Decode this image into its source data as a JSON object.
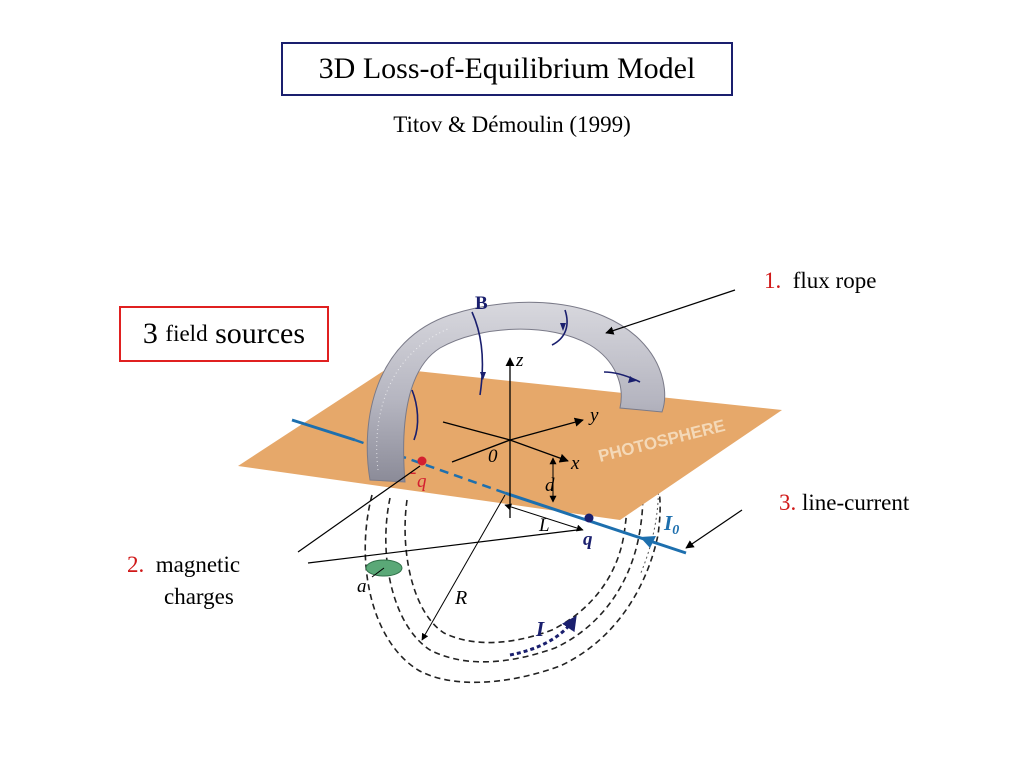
{
  "title": "3D Loss-of-Equilibrium Model",
  "subtitle": "Titov & Démoulin (1999)",
  "sources_box": {
    "number": "3",
    "word_small": "field",
    "word": "sources"
  },
  "callouts": [
    {
      "number": "1.",
      "text": "flux rope"
    },
    {
      "number": "2.",
      "text": "magnetic",
      "text2": "charges"
    },
    {
      "number": "3.",
      "text": "line-current"
    }
  ],
  "diagram": {
    "field_label": "B",
    "axis_z": "z",
    "axis_y": "y",
    "axis_x": "x",
    "origin": "0",
    "charge_left": "q",
    "charge_right": "q",
    "depth": "d",
    "half_sep": "L",
    "minor_radius": "a",
    "major_radius": "R",
    "rope_current": "I",
    "line_current": "I",
    "line_current_sub": "0",
    "plane_label": "PHOTOSPHERE"
  },
  "colors": {
    "title_border": "#1a1f6e",
    "sources_border": "#e02020",
    "callout_number": "#d01818",
    "photosphere": "#e6a86a",
    "line_current": "#1d6fae",
    "charge": "#d42030",
    "rope_cross_section": "#5aa877"
  }
}
